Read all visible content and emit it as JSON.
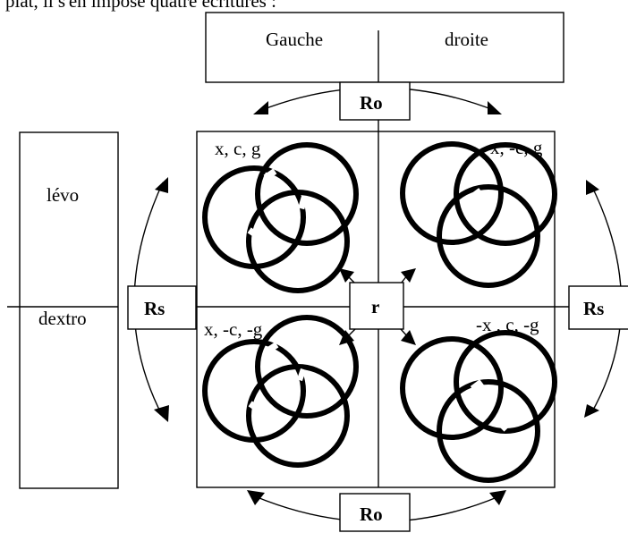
{
  "header_text": "plat, il s'en impose quatre écritures :",
  "top_box": {
    "left": "Gauche",
    "right": "droite"
  },
  "side_box": {
    "top": "lévo",
    "bottom": "dextro"
  },
  "operators": {
    "top": "Ro",
    "bottom": "Ro",
    "left": "Rs",
    "right": "Rs",
    "center": "r"
  },
  "quadrants": {
    "top_left": "x, c, g",
    "top_right": "x, -c, g",
    "bottom_left": "x, -c, -g",
    "bottom_right": "-x , c, -g"
  }
}
